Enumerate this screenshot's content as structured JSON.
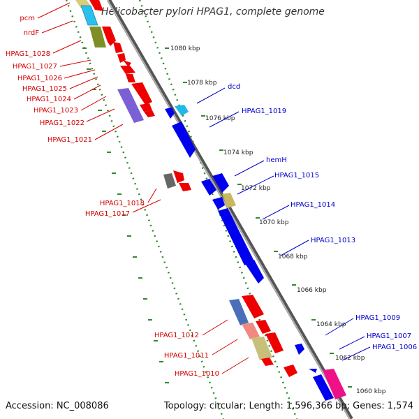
{
  "map": {
    "title": "Helicobacter pylori HPAG1, complete genome",
    "accession_label": "Accession: NC_008086",
    "summary_label": "Topology: circular; Length: 1,596,366 bp; Genes: 1,574",
    "colors": {
      "backbone": "#909090",
      "ruler": "#2e8b2e",
      "reverse_label": "#d40000",
      "forward_label": "#0000cc"
    },
    "ruler_labels": [
      "1080 kbp",
      "1078 kbp",
      "1076 kbp",
      "1074 kbp",
      "1072 kbp",
      "1070 kbp",
      "1068 kbp",
      "1066 kbp",
      "1064 kbp",
      "1062 kbp",
      "1060 kbp"
    ],
    "reverse_gene_labels": [
      "pcm",
      "nrdF",
      "HPAG1_1028",
      "HPAG1_1027",
      "HPAG1_1026",
      "HPAG1_1025",
      "HPAG1_1024",
      "HPAG1_1023",
      "HPAG1_1022",
      "HPAG1_1021",
      "HPAG1_1018",
      "HPAG1_1017",
      "HPAG1_1012",
      "HPAG1_1011",
      "HPAG1_1010"
    ],
    "forward_gene_labels": [
      "dcd",
      "HPAG1_1019",
      "hemH",
      "HPAG1_1015",
      "HPAG1_1014",
      "HPAG1_1013",
      "HPAG1_1009",
      "HPAG1_1007",
      "HPAG1_1006"
    ]
  }
}
